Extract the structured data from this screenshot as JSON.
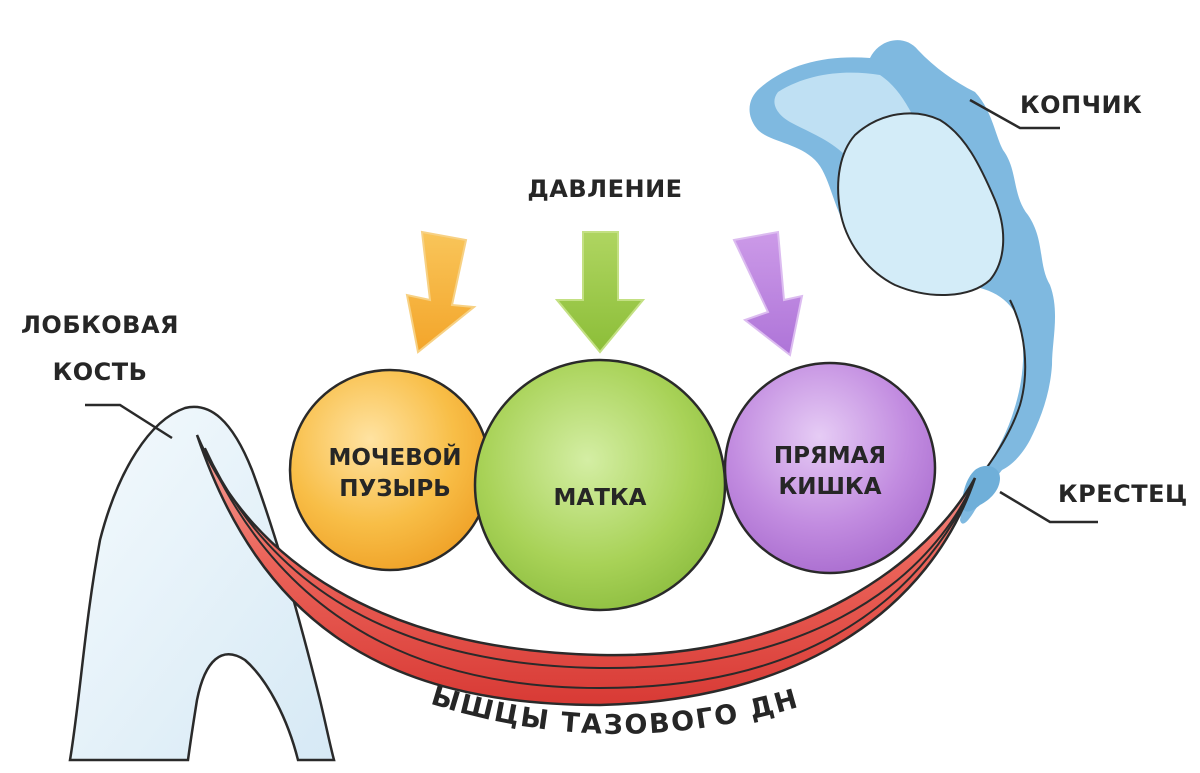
{
  "labels": {
    "pressure": "ДАВЛЕНИЕ",
    "pubic_bone_line1": "ЛОБКОВАЯ",
    "pubic_bone_line2": "КОСТЬ",
    "coccyx": "КОПЧИК",
    "sacrum": "КРЕСТЕЦ",
    "pelvic_floor": "МЫШЦЫ ТАЗОВОГО ДНА"
  },
  "organs": {
    "bladder_line1": "МОЧЕВОЙ",
    "bladder_line2": "ПУЗЫРЬ",
    "uterus": "МАТКА",
    "rectum_line1": "ПРЯМАЯ",
    "rectum_line2": "КИШКА"
  },
  "colors": {
    "bladder": "#F8BE47",
    "uterus": "#A2CE4F",
    "rectum": "#BF82DC",
    "arrow_orange": "#F6B437",
    "arrow_green": "#9BC943",
    "arrow_purple": "#B983DE",
    "muscle_red": "#E8524A",
    "bone_light": "#E3F0F8",
    "spine_blue": "#5FA6D4"
  }
}
